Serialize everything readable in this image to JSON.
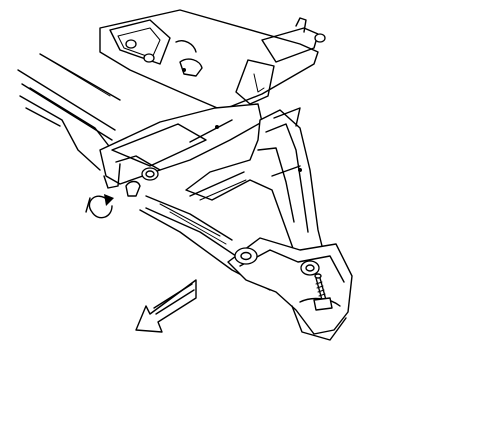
{
  "figure": {
    "background_color": "#ffffff",
    "line_color": "#000000",
    "components": [
      {
        "name": "left-frame-rail",
        "icon": "frame-rail-icon"
      },
      {
        "name": "rear-crossmember",
        "icon": "crossmember-icon"
      },
      {
        "name": "front-crossmember",
        "icon": "crossmember-icon"
      },
      {
        "name": "y-brace-arm",
        "icon": "brace-icon"
      },
      {
        "name": "lower-mount-bracket",
        "icon": "bracket-icon"
      },
      {
        "name": "mounting-bolt",
        "icon": "bolt-icon"
      },
      {
        "name": "rotation-direction-arrow",
        "icon": "rotate-arrow-icon"
      },
      {
        "name": "front-direction-arrow",
        "icon": "forward-arrow-icon"
      }
    ]
  }
}
